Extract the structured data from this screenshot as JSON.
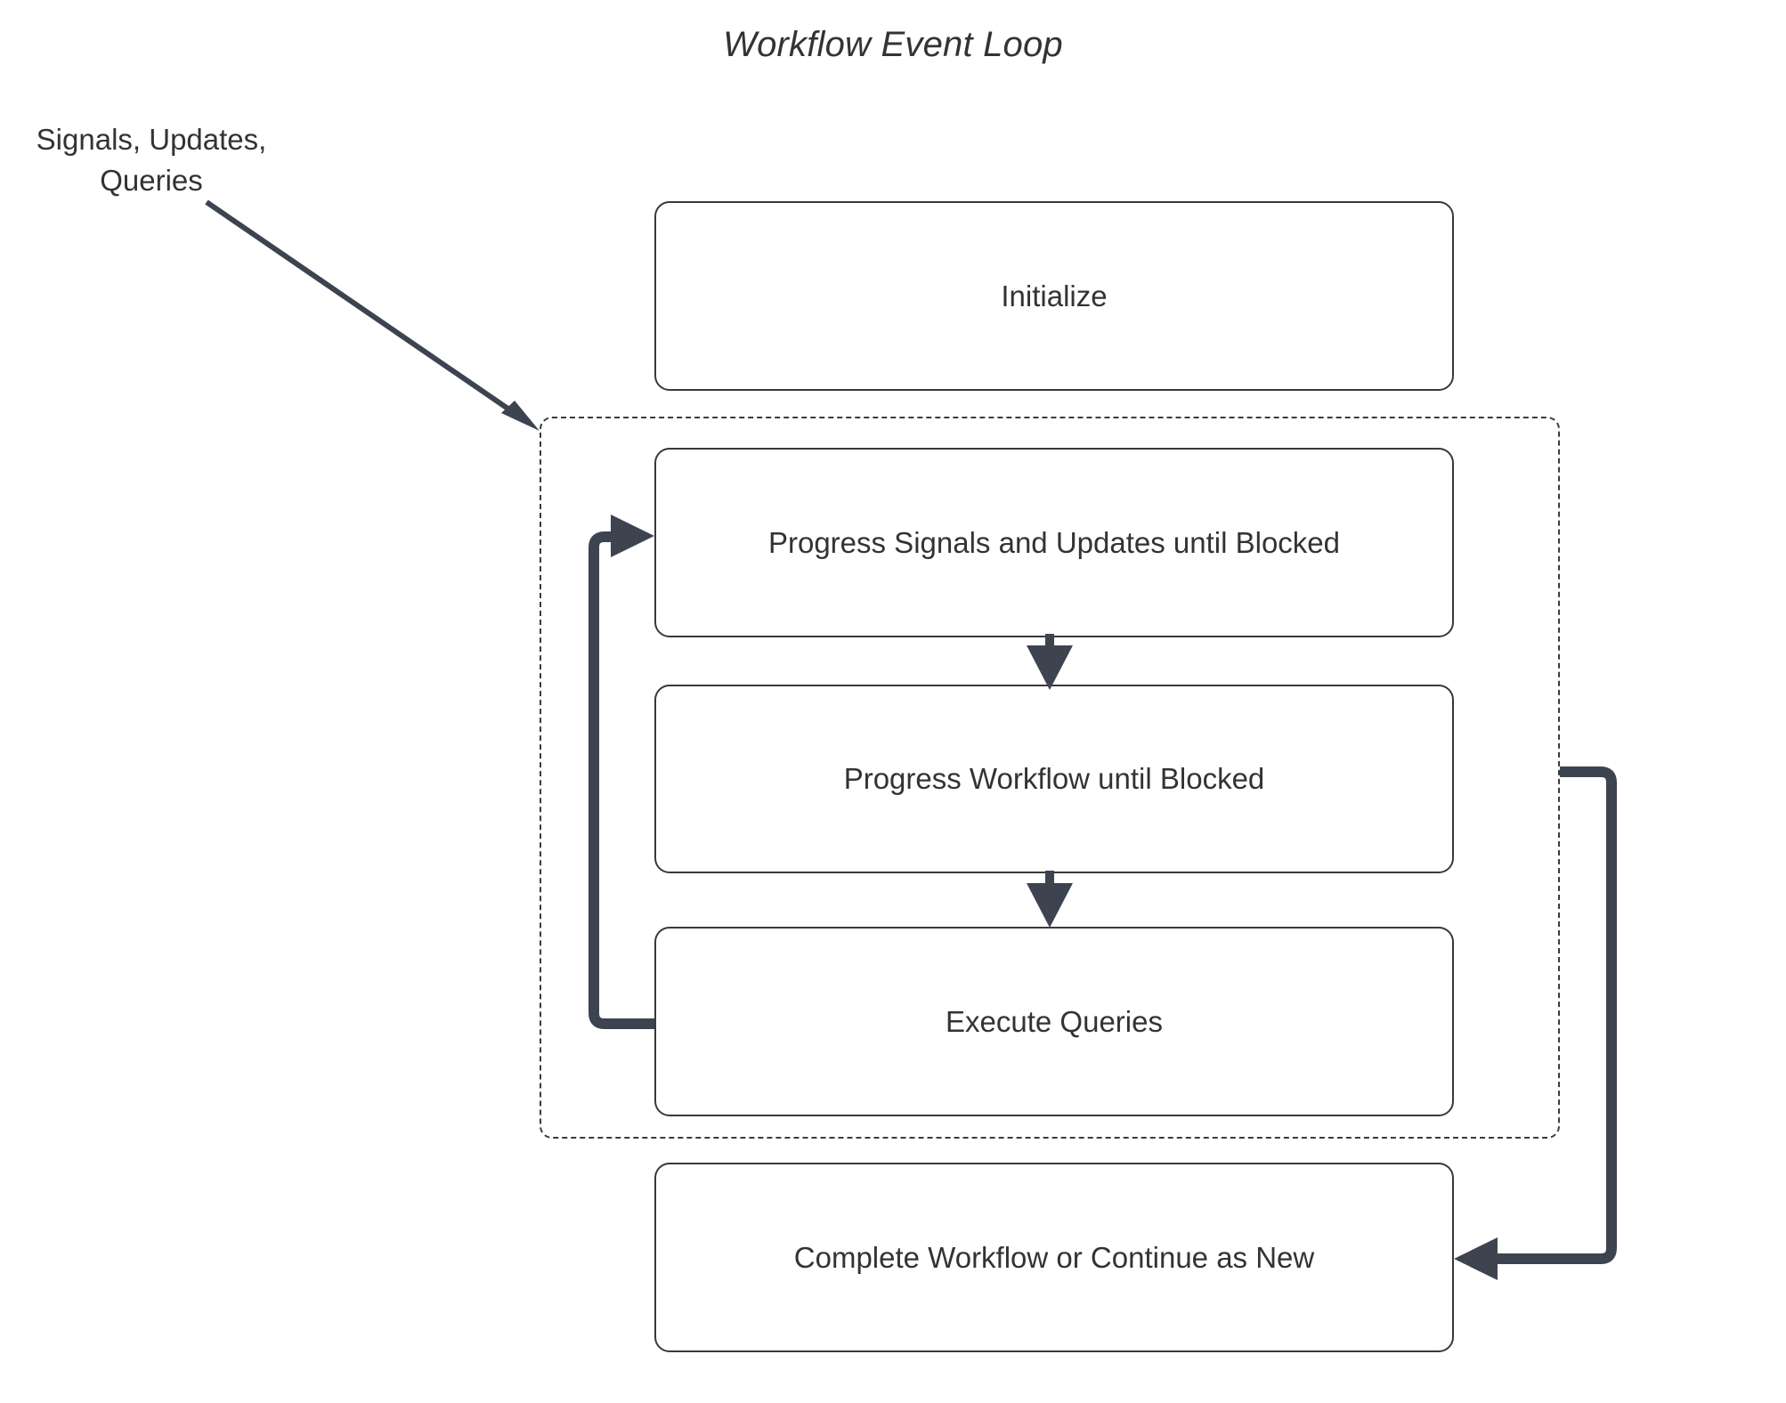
{
  "diagram": {
    "title": "Workflow Event Loop",
    "type": "flowchart",
    "background_color": "#ffffff",
    "line_color": "#3d4450",
    "box_border_color": "#393939",
    "text_color": "#333333",
    "external_label": "Signals, Updates,\nQueries",
    "loop_group": {
      "name": "event-loop-group",
      "border_style": "dashed"
    },
    "nodes": [
      {
        "id": "initialize",
        "label": "Initialize"
      },
      {
        "id": "progress-signals",
        "label": "Progress Signals and Updates until Blocked"
      },
      {
        "id": "progress-workflow",
        "label": "Progress Workflow until Blocked"
      },
      {
        "id": "execute-queries",
        "label": "Execute Queries"
      },
      {
        "id": "complete-workflow",
        "label": "Complete Workflow or Continue as New"
      }
    ],
    "edges": [
      {
        "from": "external-label",
        "to": "event-loop-group",
        "style": "solid",
        "arrow": "end"
      },
      {
        "from": "progress-signals",
        "to": "progress-workflow",
        "style": "solid",
        "arrow": "end"
      },
      {
        "from": "progress-workflow",
        "to": "execute-queries",
        "style": "solid",
        "arrow": "end"
      },
      {
        "from": "execute-queries",
        "to": "progress-signals",
        "style": "solid",
        "arrow": "end",
        "routing": "loop-back-left"
      },
      {
        "from": "event-loop-group",
        "to": "complete-workflow",
        "style": "solid",
        "arrow": "end",
        "routing": "right-bypass"
      }
    ]
  }
}
